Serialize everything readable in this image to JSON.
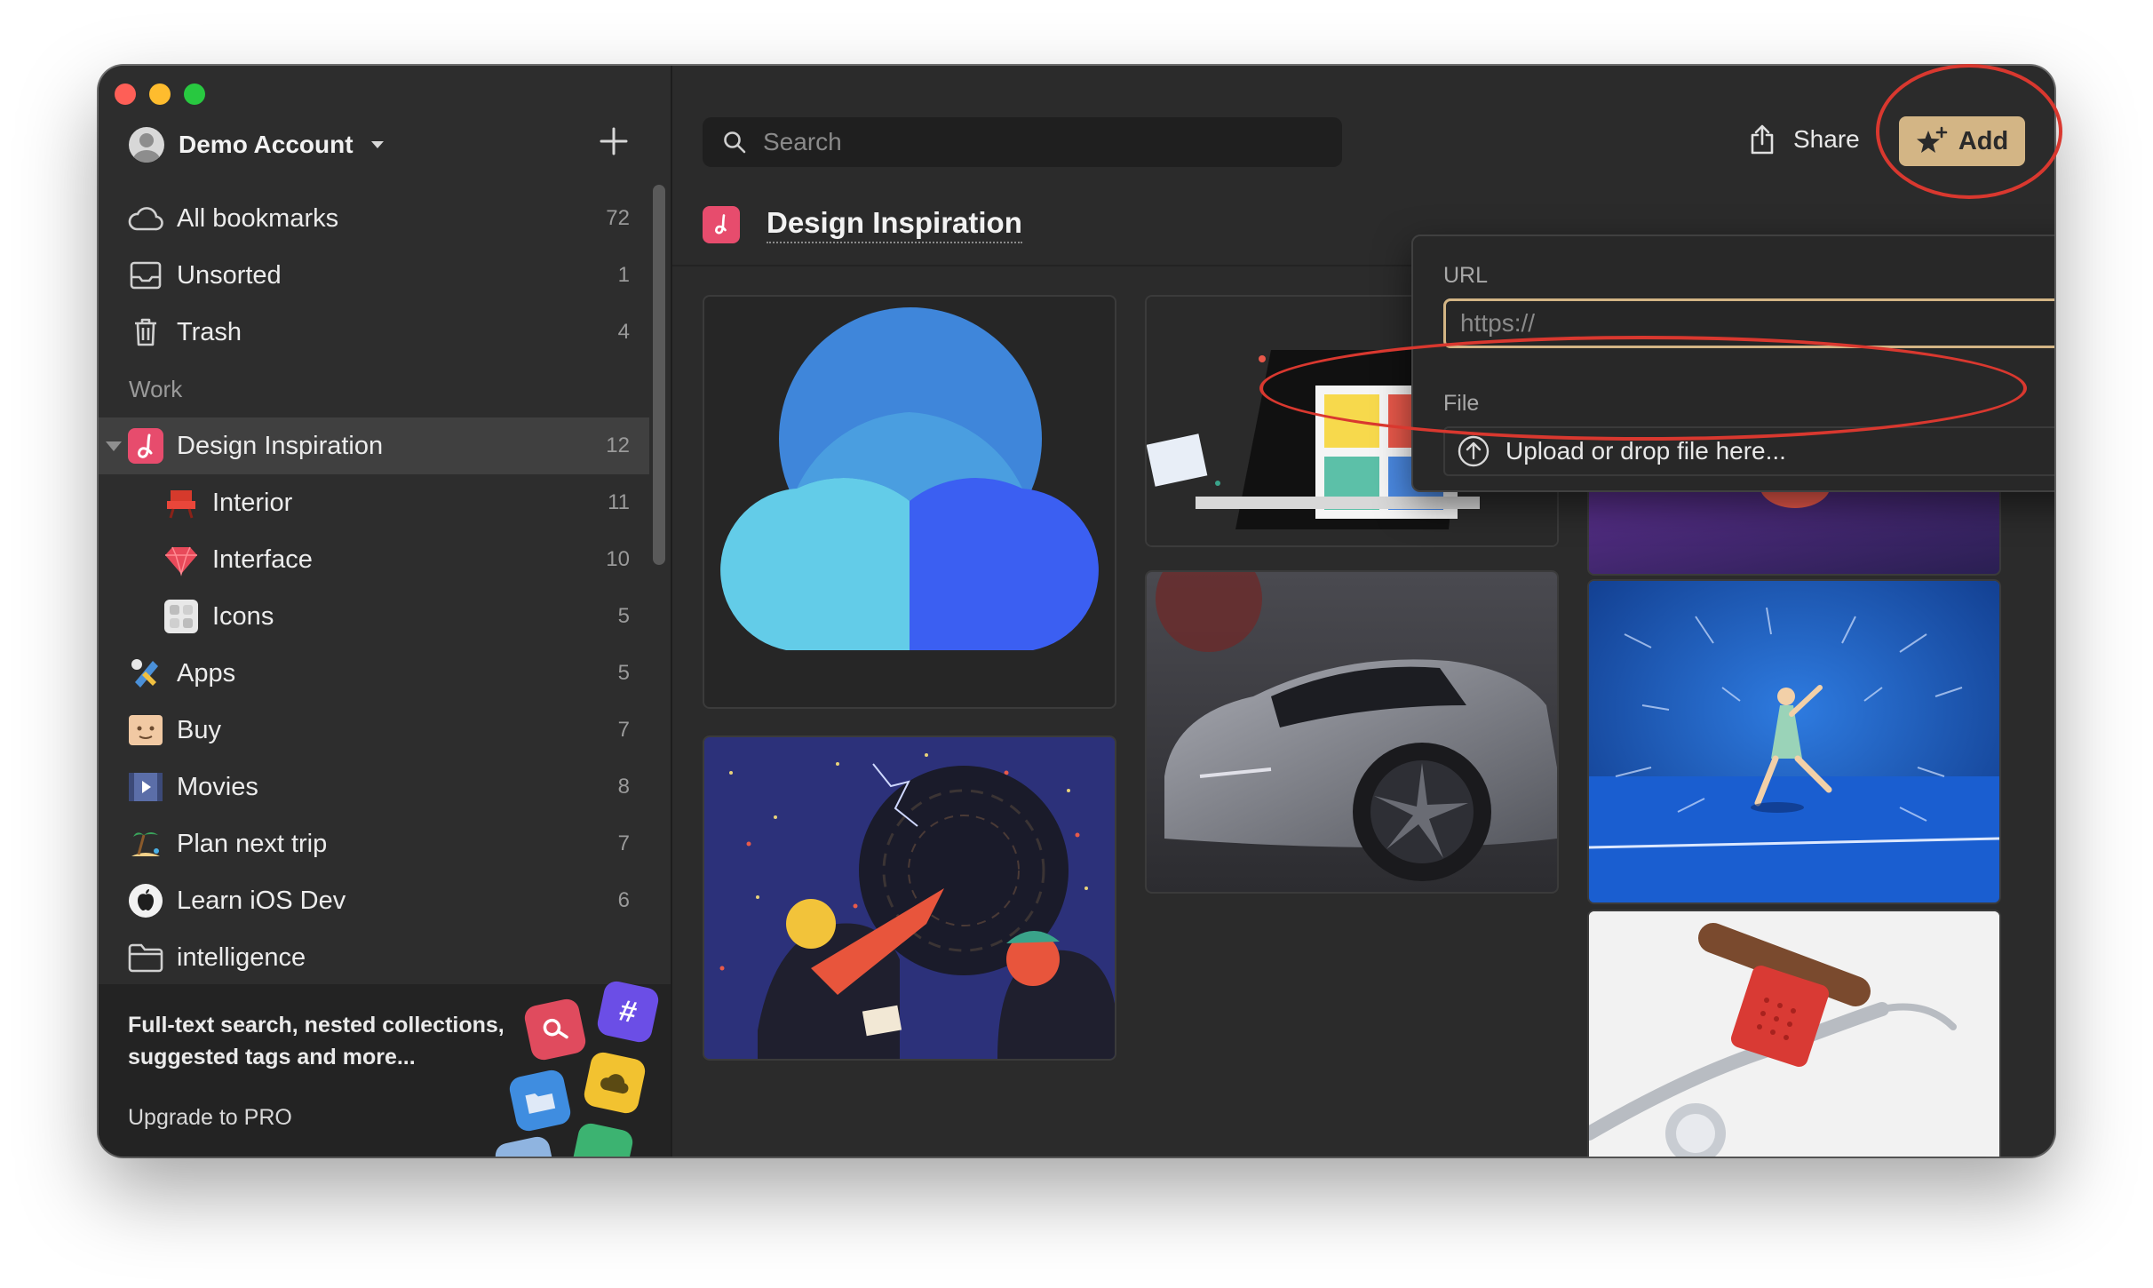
{
  "sidebar": {
    "account_name": "Demo Account",
    "items": [
      {
        "label": "All bookmarks",
        "count": "72",
        "icon": "cloud-icon"
      },
      {
        "label": "Unsorted",
        "count": "1",
        "icon": "inbox-icon"
      },
      {
        "label": "Trash",
        "count": "4",
        "icon": "trash-icon"
      }
    ],
    "section_label": "Work",
    "collections": [
      {
        "label": "Design Inspiration",
        "count": "12",
        "icon": "design-inspiration-icon",
        "active": true
      },
      {
        "label": "Interior",
        "count": "11",
        "icon": "chair-icon",
        "sub": true
      },
      {
        "label": "Interface",
        "count": "10",
        "icon": "gem-icon",
        "sub": true
      },
      {
        "label": "Icons",
        "count": "5",
        "icon": "icons-collection-icon",
        "sub": true
      },
      {
        "label": "Apps",
        "count": "5",
        "icon": "apps-collection-icon"
      },
      {
        "label": "Buy",
        "count": "7",
        "icon": "buy-collection-icon"
      },
      {
        "label": "Movies",
        "count": "8",
        "icon": "film-icon"
      },
      {
        "label": "Plan next trip",
        "count": "7",
        "icon": "beach-icon"
      },
      {
        "label": "Learn iOS Dev",
        "count": "6",
        "icon": "apple-icon"
      },
      {
        "label": "intelligence",
        "count": "",
        "icon": "folder-icon"
      }
    ],
    "promo": {
      "text": "Full-text search, nested collections, suggested tags and more...",
      "link": "Upgrade to PRO"
    }
  },
  "toolbar": {
    "search_placeholder": "Search",
    "share_label": "Share",
    "add_label": "Add"
  },
  "collection": {
    "title": "Design Inspiration"
  },
  "add_popup": {
    "url_label": "URL",
    "url_placeholder": "https://",
    "file_label": "File",
    "upload_label": "Upload or drop file here..."
  },
  "colors": {
    "accent": "#d3b585",
    "annotation": "#d9382f",
    "collection_icon": "#e74c6d"
  }
}
